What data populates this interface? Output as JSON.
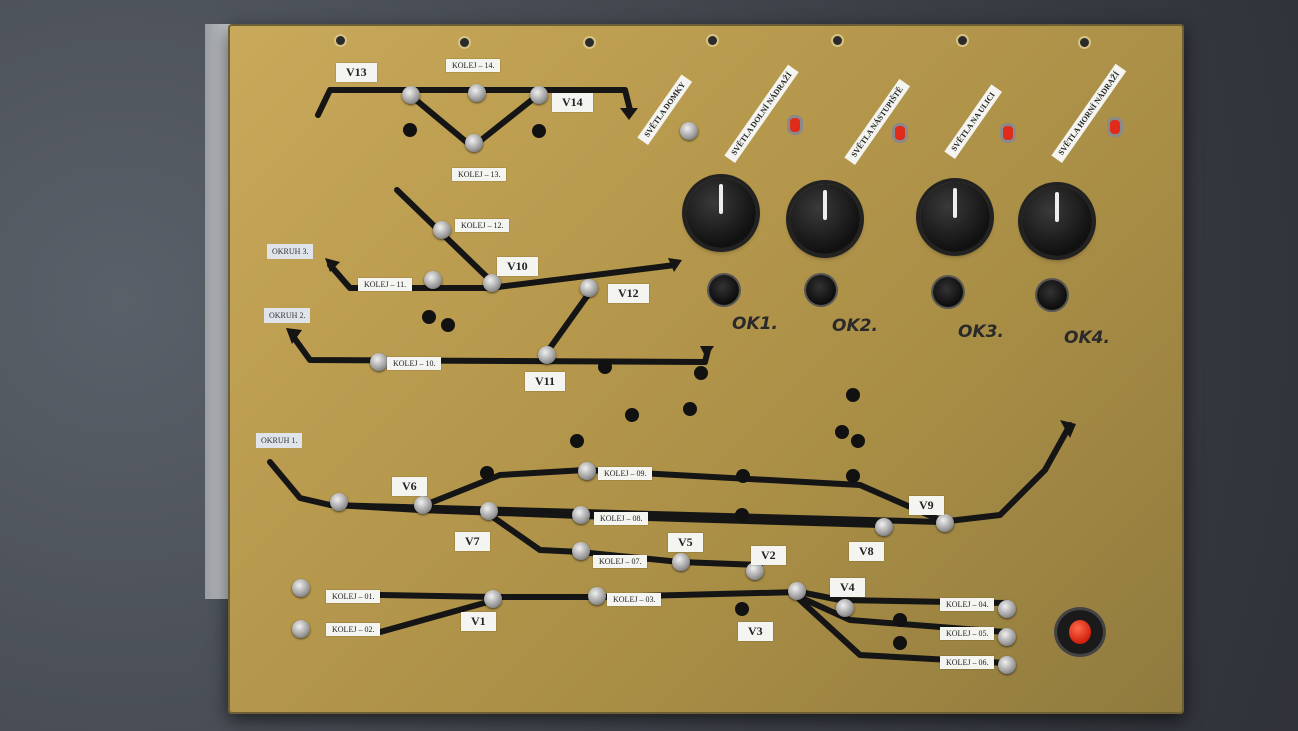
{
  "labels": {
    "v13": "V13",
    "kolej14": "KOLEJ – 14.",
    "v14": "V14",
    "kolej13": "KOLEJ – 13.",
    "kolej12": "KOLEJ – 12.",
    "okruh3": "OKRUH 3.",
    "kolej11": "KOLEJ – 11.",
    "v10": "V10",
    "v12": "V12",
    "okruh2": "OKRUH 2.",
    "kolej10": "KOLEJ – 10.",
    "v11": "V11",
    "okruh1": "OKRUH 1.",
    "v6": "V6",
    "kolej09": "KOLEJ – 09.",
    "v9": "V9",
    "v7": "V7",
    "kolej08": "KOLEJ – 08.",
    "v5": "V5",
    "v2": "V2",
    "v8": "V8",
    "kolej07": "KOLEJ – 07.",
    "kolej01": "KOLEJ – 01.",
    "kolej02": "KOLEJ – 02.",
    "v1": "V1",
    "kolej03": "KOLEJ – 03.",
    "v4": "V4",
    "v3": "V3",
    "kolej04": "KOLEJ – 04.",
    "kolej05": "KOLEJ – 05.",
    "kolej06": "KOLEJ – 06."
  },
  "lights": {
    "domky": "SVĚTLA DOMKY",
    "dolni_nadrazi": "SVĚTLA DOLNÍ NÁDRAŽÍ",
    "nastupiste": "SVĚTLA NÁSTUPIŠTĚ",
    "ulici": "SVĚTLA NA ULICI",
    "horni_nadrazi": "SVĚTLA HORNÍ NÁDRAŽÍ"
  },
  "handwritten": {
    "ok1": "OK1.",
    "ok2": "OK2.",
    "ok3": "OK3.",
    "ok4": "OK4."
  },
  "colors": {
    "panel": "#b89a4e",
    "track": "#151515",
    "knob": "#111111",
    "led": "#e02a1a"
  }
}
